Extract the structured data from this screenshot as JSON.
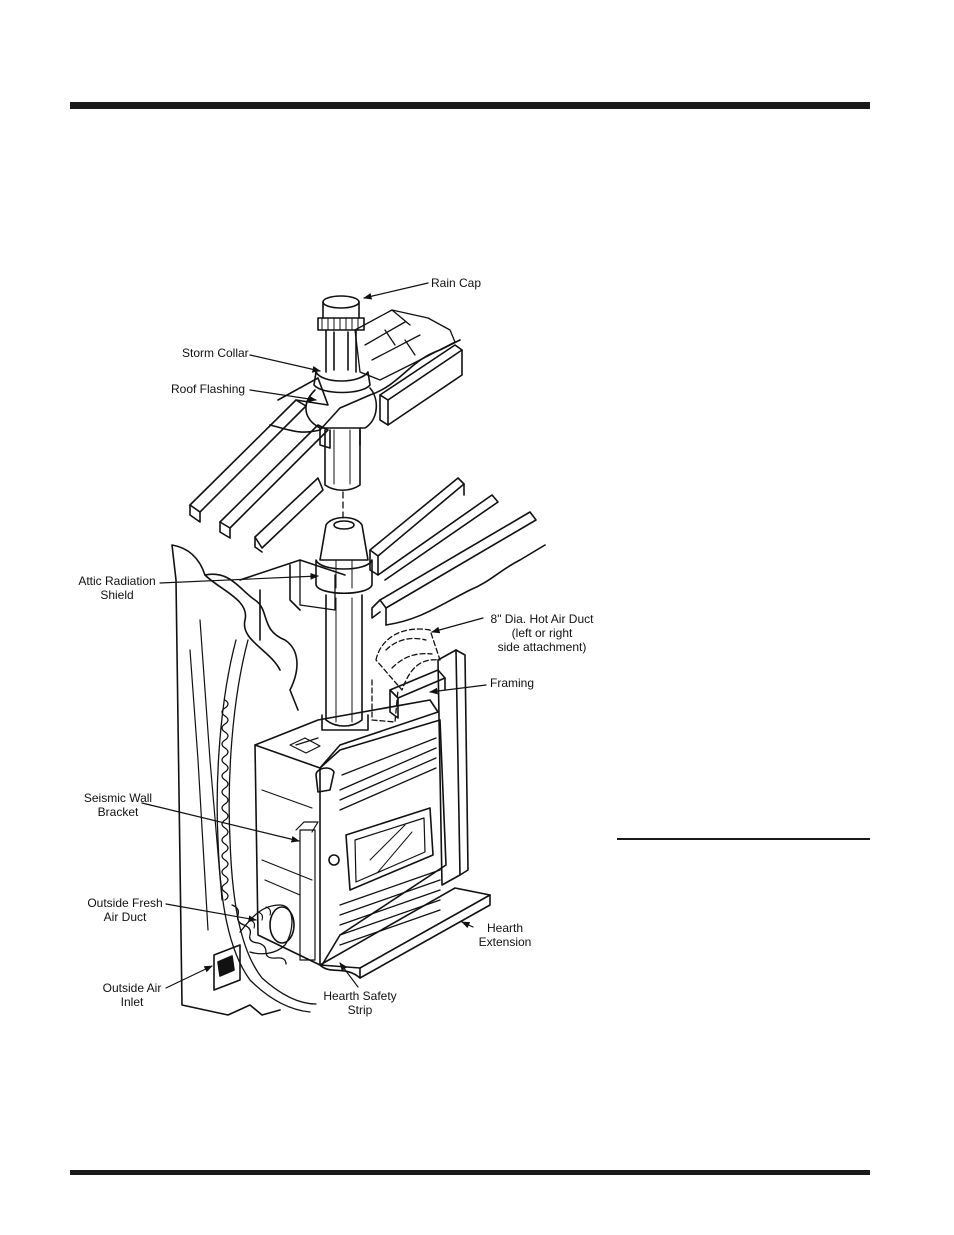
{
  "labels": {
    "rain_cap": "Rain Cap",
    "storm_collar": "Storm Collar",
    "roof_flashing": "Roof Flashing",
    "attic_shield": [
      "Attic Radiation",
      "Shield"
    ],
    "hot_air_duct": [
      "8\" Dia. Hot Air Duct",
      "(left or right",
      "side attachment)"
    ],
    "framing": "Framing",
    "seismic_bracket": [
      "Seismic Wall",
      "Bracket"
    ],
    "fresh_air_duct": [
      "Outside Fresh",
      "Air Duct"
    ],
    "hearth_extension": [
      "Hearth",
      "Extension"
    ],
    "outside_air_inlet": [
      "Outside Air",
      "Inlet"
    ],
    "hearth_safety_strip": [
      "Hearth Safety",
      "Strip"
    ]
  }
}
